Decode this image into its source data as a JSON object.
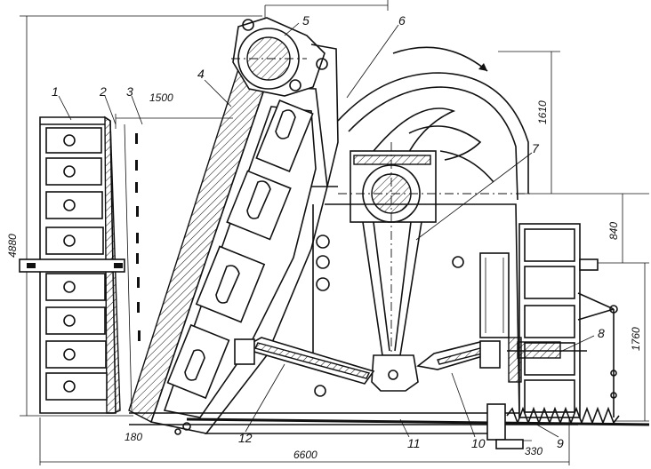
{
  "figure": {
    "part_labels": {
      "l1": "1",
      "l2": "2",
      "l3": "3",
      "l4": "4",
      "l5": "5",
      "l6": "6",
      "l7": "7",
      "l8": "8",
      "l9": "9",
      "l10": "10",
      "l11": "11",
      "l12": "12"
    },
    "dimensions": {
      "d1500": "1500",
      "d1610": "1610",
      "d4880": "4880",
      "d840": "840",
      "d1760": "1760",
      "d180": "180",
      "d6600": "6600",
      "d330": "330"
    }
  }
}
